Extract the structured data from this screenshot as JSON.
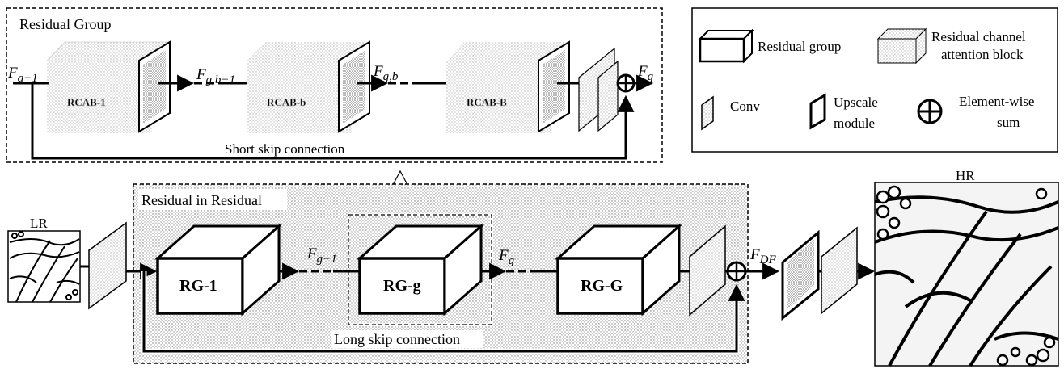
{
  "residual_group": {
    "title": "Residual Group",
    "input_label": "F",
    "input_sub": "g−1",
    "mid1_label": "F",
    "mid1_sub": "g,b−1",
    "mid2_label": "F",
    "mid2_sub": "g,b",
    "output_label": "F",
    "output_sub": "g",
    "skip_label": "Short skip connection"
  },
  "legend": {
    "residual_group": "Residual group",
    "rcab_line1": "Residual channel",
    "rcab_line2": "attention block",
    "conv": "Conv",
    "upscale_line1": "Upscale",
    "upscale_line2": "module",
    "sum_line1": "Element-wise",
    "sum_line2": "sum"
  },
  "rir": {
    "title": "Residual in Residual",
    "rg1": "RG-1",
    "rgg": "RG-g",
    "rgG": "RG-G",
    "f1_label": "F",
    "f1_sub": "g−1",
    "f2_label": "F",
    "f2_sub": "g",
    "skip_label": "Long skip connection",
    "fdf_label": "F",
    "fdf_sub": "DF"
  },
  "images": {
    "lr": "LR",
    "hr": "HR"
  },
  "icons": [
    "box-icon",
    "conv-plate-icon",
    "upscale-plate-icon",
    "sum-icon",
    "arrow-icon",
    "butterfly-image"
  ]
}
